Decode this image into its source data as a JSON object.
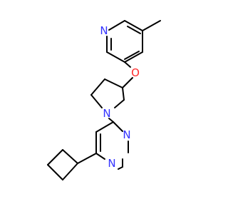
{
  "molecule": {
    "atoms": [
      {
        "id": "N_py",
        "label": "N",
        "color": "#3333ff"
      },
      {
        "id": "O_ether",
        "label": "O",
        "color": "#ff2a2a"
      },
      {
        "id": "N_pyr",
        "label": "N",
        "color": "#3333ff"
      },
      {
        "id": "N_pym_top",
        "label": "N",
        "color": "#3333ff"
      },
      {
        "id": "N_pym_bot",
        "label": "N",
        "color": "#3333ff"
      }
    ],
    "bond_color": "#000000",
    "background": "#ffffff"
  }
}
